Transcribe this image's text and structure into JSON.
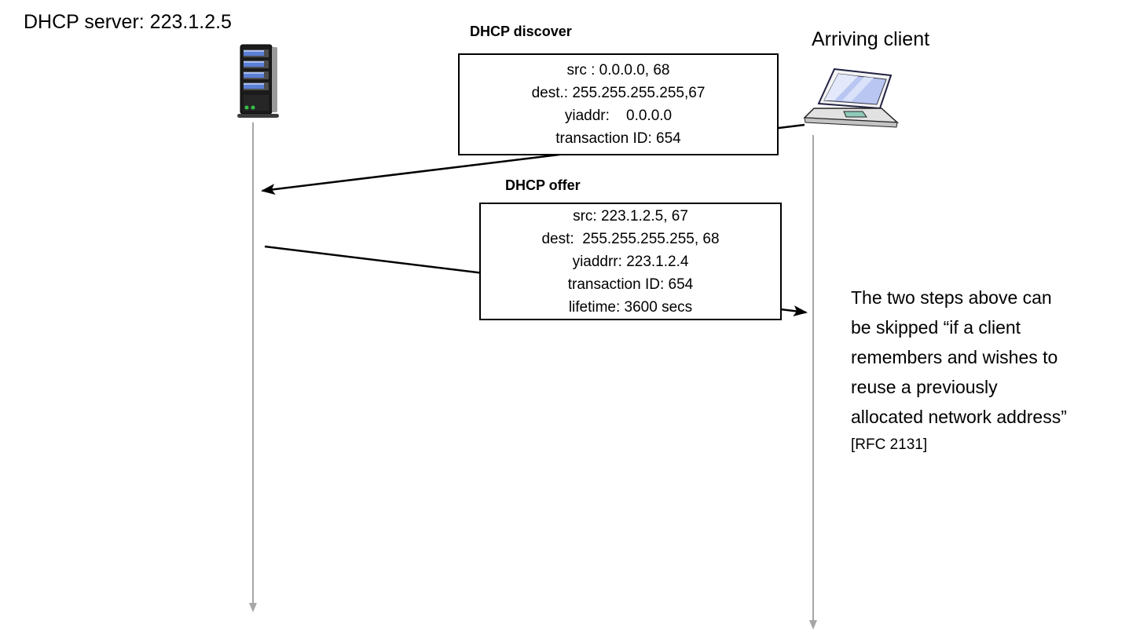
{
  "diagram": {
    "server": {
      "label": "DHCP server: 223.1.2.5",
      "icon": "server-tower-icon"
    },
    "client": {
      "label": "Arriving client",
      "icon": "laptop-icon"
    },
    "messages": [
      {
        "title": "DHCP discover",
        "from": "client",
        "to": "server",
        "fields": [
          "src : 0.0.0.0, 68",
          "dest.: 255.255.255.255,67",
          "yiaddr:    0.0.0.0",
          "transaction ID: 654"
        ]
      },
      {
        "title": "DHCP offer",
        "from": "server",
        "to": "client",
        "fields": [
          "src: 223.1.2.5, 67",
          "dest:  255.255.255.255, 68",
          "yiaddrr: 223.1.2.4",
          "transaction ID: 654",
          "lifetime: 3600 secs"
        ]
      }
    ],
    "note": {
      "lines": [
        "The two steps above can",
        "be skipped “if a client",
        "remembers and wishes to",
        "reuse a previously",
        "allocated network address”"
      ],
      "citation": "[RFC 2131]"
    },
    "colors": {
      "lifeline": "#a6a6a6",
      "arrow": "#000000",
      "box_border": "#000000",
      "box_fill": "#ffffff"
    }
  }
}
